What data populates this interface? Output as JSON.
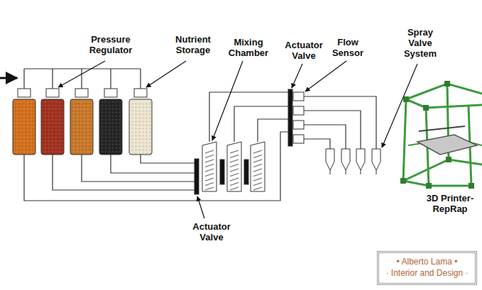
{
  "diagram": {
    "nodes": [
      {
        "text": [
          "• Alberto Lama •",
          "· Interior and Design ·"
        ]
      }
    ],
    "labels": [
      "Pressure Regulator",
      "Nutrient Storage",
      "Mixing Chamber",
      "Actuator Valve",
      "Flow Sensor",
      "Spray Valve System",
      "3D Printer- RepRap",
      "Actuator Valve"
    ]
  }
}
